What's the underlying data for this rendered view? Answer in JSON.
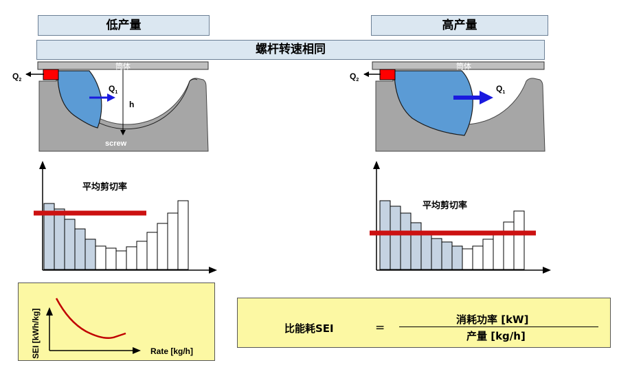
{
  "headers": {
    "low_output": "低产量",
    "high_output": "高产量",
    "same_speed": "螺杆转速相同"
  },
  "barrel_label": "筒体",
  "screw_diagram": {
    "q2_label": "Q",
    "q2_sub": "2",
    "q1_label": "Q",
    "q1_sub": "1",
    "h_label": "h",
    "screw_label": "screw"
  },
  "histograms": {
    "title": "平均剪切率",
    "left": {
      "shaded_count": 5,
      "bars": [
        0.96,
        0.88,
        0.73,
        0.59,
        0.44,
        0.34,
        0.31,
        0.27,
        0.33,
        0.41,
        0.54,
        0.67,
        0.82,
        1.0
      ],
      "avg_line": 0.82
    },
    "right": {
      "shaded_count": 8,
      "bars": [
        1.0,
        0.92,
        0.82,
        0.68,
        0.55,
        0.45,
        0.4,
        0.34,
        0.3,
        0.34,
        0.44,
        0.55,
        0.69,
        0.85
      ],
      "avg_line": 0.53
    }
  },
  "sei_chart": {
    "y_label": "SEI [kWh/kg]",
    "x_label": "Rate [kg/h]"
  },
  "formula": {
    "lhs": "比能耗SEI",
    "equals": "=",
    "numerator": "消耗功率 [kW]",
    "denominator": "产量 [kg/h]"
  },
  "colors": {
    "header_fill": "#dbe7f1",
    "barrel_fill": "#bfbfbf",
    "body_fill": "#a6a6a6",
    "melt_fill": "#5b9bd5",
    "seal_red": "#ff0000",
    "avg_line_red": "#cc1111",
    "bar_shaded": "#c5d3e2",
    "yellow_box": "#fcf8a3",
    "arrow_blue": "#1a1adf"
  }
}
